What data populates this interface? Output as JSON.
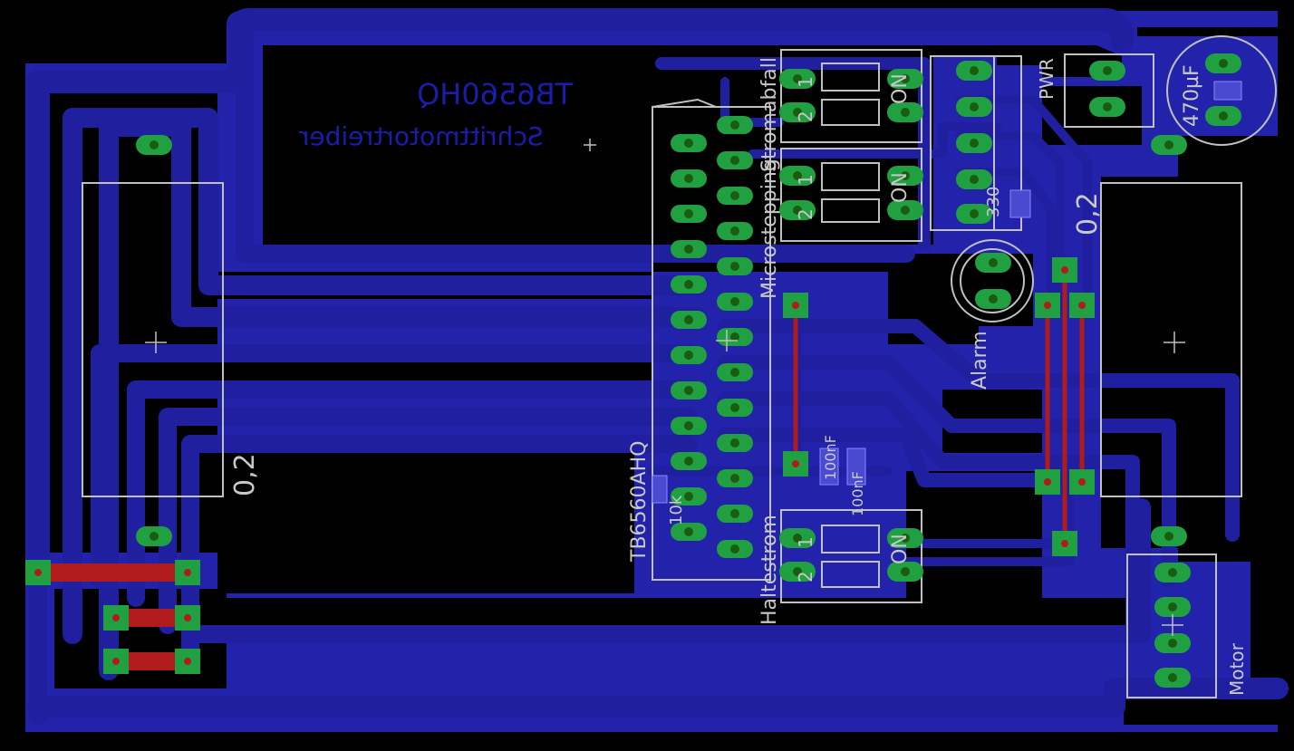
{
  "board": {
    "title": "TB6560HQ",
    "subtitle": "Schrittmotortreiber"
  },
  "labels": {
    "ic": "TB6560AHQ",
    "microstepping": "Microstepping",
    "stromabfall": "Stromabfall",
    "haltestrom": "Haltestrom",
    "alarm": "Alarm",
    "pwr": "PWR",
    "motor": "Motor",
    "cap": "470µF",
    "shunt_left": "0,2",
    "shunt_right": "0,2",
    "r_330": "330",
    "r_10k": "10k",
    "c_100nf_a": "100nF",
    "c_100nf_b": "100nF",
    "dip_on": "ON",
    "dip_1": "1",
    "dip_2": "2"
  },
  "colors": {
    "background": "#000000",
    "copper": "#2020a8",
    "pad": "#20a040",
    "silkscreen": "#c0c0c0",
    "wire": "#b01c1c"
  }
}
